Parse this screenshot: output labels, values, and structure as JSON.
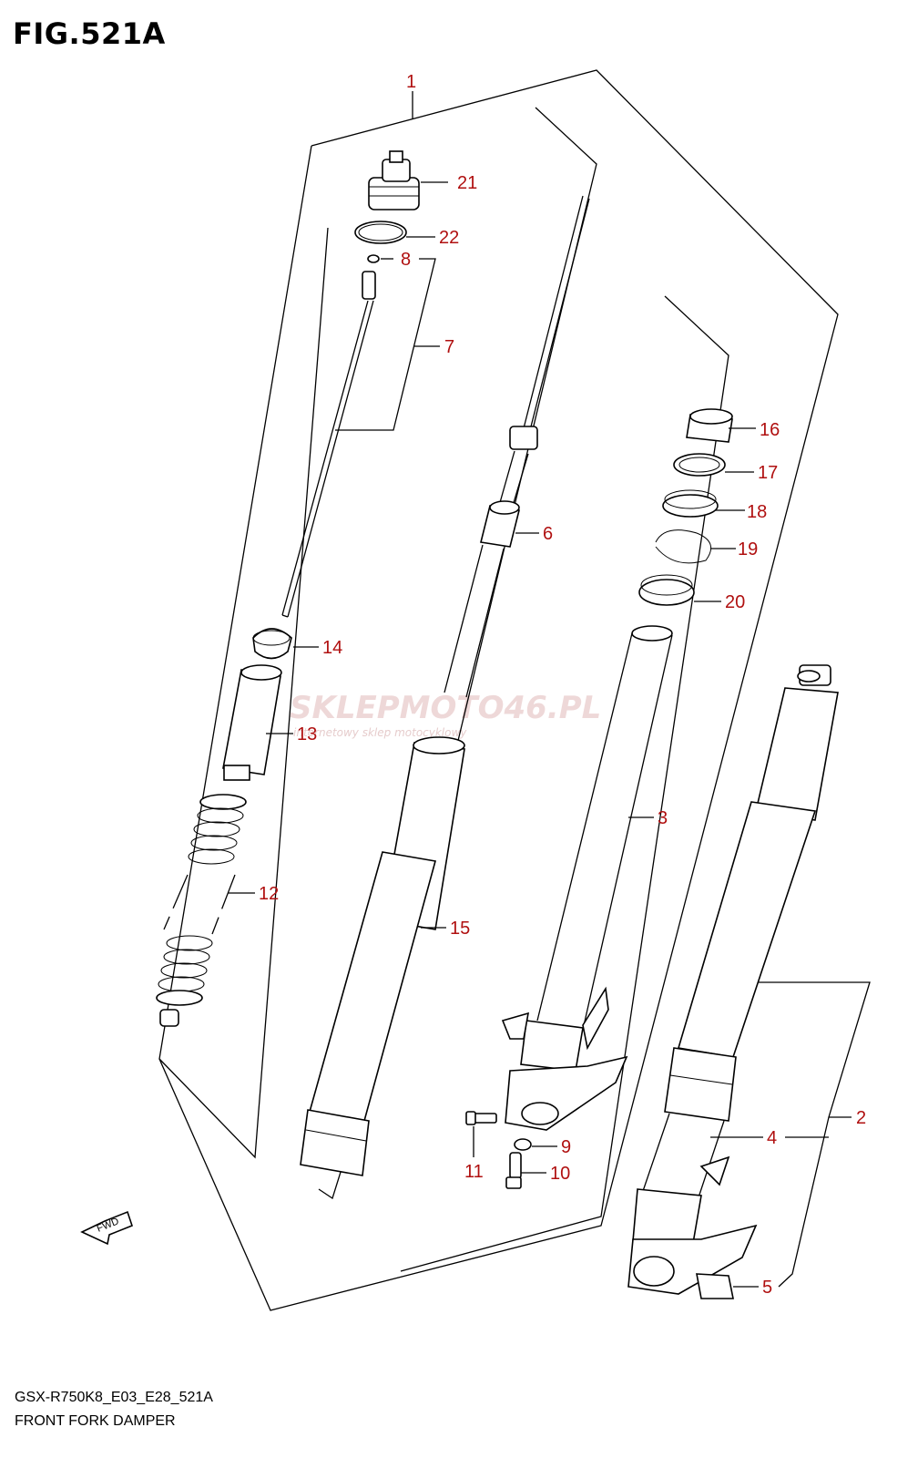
{
  "figure": {
    "title": "FIG.521A",
    "model_code": "GSX-R750K8_E03_E28_521A",
    "description": "FRONT FORK DAMPER"
  },
  "watermark": {
    "main": "SKLEPMOTO46.PL",
    "sub": "internetowy sklep motocyklowy"
  },
  "callouts": [
    "1",
    "2",
    "3",
    "4",
    "5",
    "6",
    "7",
    "8",
    "9",
    "10",
    "11",
    "12",
    "13",
    "14",
    "15",
    "16",
    "17",
    "18",
    "19",
    "20",
    "21",
    "22"
  ],
  "fwd_label": "FWD",
  "colors": {
    "callout": "#b01010",
    "lines": "#000000",
    "watermark": "#e8c8c8"
  }
}
